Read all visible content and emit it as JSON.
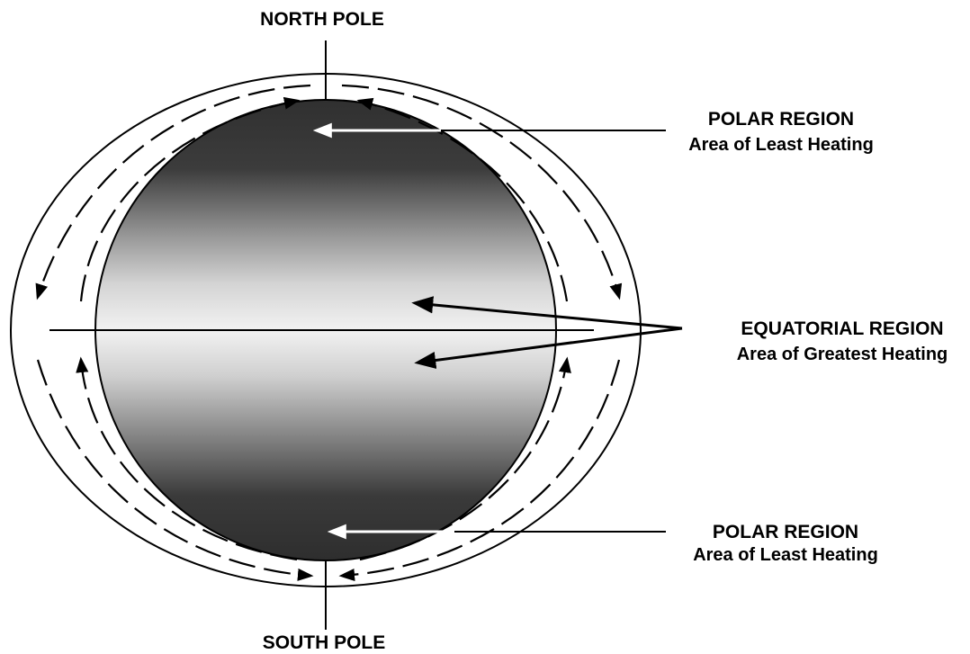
{
  "labels": {
    "north_pole": "NORTH POLE",
    "south_pole": "SOUTH POLE",
    "polar_north": {
      "title": "POLAR REGION",
      "subtitle": "Area of Least Heating"
    },
    "equatorial": {
      "title": "EQUATORIAL REGION",
      "subtitle": "Area of Greatest Heating"
    },
    "polar_south": {
      "title": "POLAR REGION",
      "subtitle": "Area of Least Heating"
    }
  },
  "colors": {
    "ink": "#000000",
    "globe_dark": "#333333",
    "globe_light": "#f2f2f2",
    "background": "#ffffff"
  }
}
